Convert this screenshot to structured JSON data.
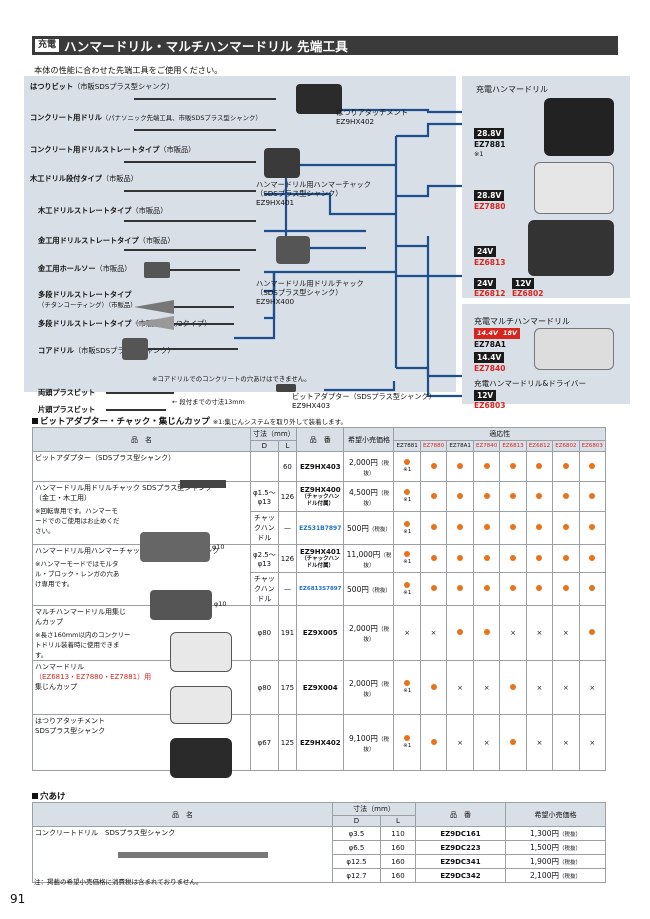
{
  "header": {
    "badge": "充電",
    "title": "ハンマードリル・マルチハンマードリル 先端工具"
  },
  "lead": "本体の性能に合わせた先端工具をご使用ください。",
  "tools": [
    {
      "name": "はつりビット",
      "spec": "（市販SDSプラス型シャンク）"
    },
    {
      "name": "コンクリート用ドリル",
      "spec": "（パナソニック先端工具、市販SDSプラス型シャンク）"
    },
    {
      "name": "コンクリート用ドリルストレートタイプ",
      "spec": "（市販品）"
    },
    {
      "name": "木工ドリル段付タイプ",
      "spec": "（市販品）"
    },
    {
      "name": "木工ドリルストレートタイプ",
      "spec": "（市販品）"
    },
    {
      "name": "金工用ドリルストレートタイプ",
      "spec": "（市販品）"
    },
    {
      "name": "金工用ホールソー",
      "spec": "（市販品）"
    },
    {
      "name": "多段ドリルストレートタイプ",
      "spec": "（チタンコーティング）（市販品）"
    },
    {
      "name": "多段ドリルストレートタイプ",
      "spec": "（市販品）（1/2タイプ）"
    },
    {
      "name": "コアドリル",
      "spec": "（市販SDSプラス型シャンク）"
    }
  ],
  "core_note": "※コアドリルでのコンクリートの穴あけはできません。",
  "bits": {
    "double": "両頭プラスビット",
    "single": "片頭プラスビット",
    "size_note": "← 段付までの寸法13mm"
  },
  "attachments": {
    "hatsuri": {
      "l1": "はつりアタッチメント",
      "l2": "EZ9HX402"
    },
    "hammer_chuck": {
      "l1": "ハンマードリル用ハンマーチャック",
      "l2": "（SDSプラス型シャンク）",
      "l3": "EZ9HX401"
    },
    "drill_chuck": {
      "l1": "ハンマードリル用ドリルチャック",
      "l2": "（SDSプラス型シャンク）",
      "l3": "EZ9HX400"
    },
    "bit_adapter": {
      "l1": "ビットアダプター（SDSプラス型シャンク）",
      "l2": "EZ9HX403"
    }
  },
  "machines": {
    "group1_title": "充電ハンマードリル",
    "m1_volt": "28.8V",
    "m1_model": "EZ7881",
    "m1_note": "※1",
    "m2_volt": "28.8V",
    "m2_model": "EZ7880",
    "m3_volt": "24V",
    "m3_model": "EZ6813",
    "m4_volt": "24V",
    "m4_model": "EZ6812",
    "m5_volt": "12V",
    "m5_model": "EZ6802",
    "group2_title": "充電マルチハンマードリル",
    "m6_badge1": "14.4V",
    "m6_badge2": "18V",
    "m6_model": "EZ78A1",
    "m7_volt": "14.4V",
    "m7_model": "EZ7840",
    "group3_title": "充電ハンマードリル&ドライバー",
    "m8_volt": "12V",
    "m8_model": "EZ6803"
  },
  "sec1": {
    "title": "ビットアダプター・チャック・集じんカップ",
    "note": "※1:集じんシステムを取り外して装着します。"
  },
  "table1": {
    "h_name": "品　名",
    "h_dim": "寸法（mm）",
    "h_d": "D",
    "h_l": "L",
    "h_code": "品　番",
    "h_price": "希望小売価格",
    "h_compat": "適応性",
    "models": [
      "EZ7881",
      "EZ7880",
      "EZ78A1",
      "EZ7840",
      "EZ6813",
      "EZ6812",
      "EZ6802",
      "EZ6803"
    ],
    "tax": "（税抜）",
    "rows": [
      {
        "name": "ビットアダプター（SDSプラス型シャンク）",
        "d": "",
        "l": "60",
        "code": "EZ9HX403",
        "price": "2,000円"
      },
      {
        "name": "ハンマードリル用ドリルチャック SDSプラス型シャンク",
        "sub": "（金工・木工用）",
        "note": "※回転専用です。ハンマーモードでのご使用はお止めください。",
        "d": "φ1.5〜φ13",
        "l": "126",
        "code": "EZ9HX400",
        "code_sub": "（チャックハンドル付属）",
        "price": "4,500円"
      },
      {
        "name": "チャックハンドル",
        "d": "—",
        "l": "",
        "code": "EZ531B7897",
        "price": "500円"
      },
      {
        "name": "ハンマードリル用ハンマーチャック SDSプラス型シャンク",
        "note": "※ハンマーモードではモルタル・ブロック・レンガの穴あけ専用です。",
        "d": "φ2.5〜φ13",
        "l": "126",
        "code": "EZ9HX401",
        "code_sub": "（チャックハンドル付属）",
        "price": "11,000円"
      },
      {
        "name": "チャックハンドル",
        "d": "—",
        "l": "",
        "code": "EZ6813S7897",
        "price": "500円"
      },
      {
        "name": "マルチハンマードリル用集じんカップ",
        "note": "※長さ160mm以内のコンクリートドリル装着時に使用できます。",
        "d": "φ80",
        "l": "191",
        "code": "EZ9X005",
        "price": "2,000円"
      },
      {
        "name": "ハンマードリル",
        "name2": "（EZ6813・EZ7880・EZ7881）用",
        "name3": "集じんカップ",
        "d": "φ80",
        "l": "175",
        "code": "EZ9X004",
        "price": "2,000円"
      },
      {
        "name": "はつりアタッチメント",
        "name2": "SDSプラス型シャンク",
        "d": "φ67",
        "l": "125",
        "code": "EZ9HX402",
        "price": "9,100円"
      }
    ],
    "dim_d": "D",
    "dim_l": "L",
    "phi10": "φ10",
    "ast": "※1",
    "cross": "×"
  },
  "sec2": {
    "title": "穴あけ"
  },
  "table2": {
    "h_name": "品　名",
    "h_dim": "寸法（mm）",
    "h_d": "D",
    "h_l": "L",
    "h_code": "品　番",
    "h_price": "希望小売価格",
    "product": "コンクリートドリル　SDSプラス型シャンク",
    "rows": [
      {
        "d": "φ3.5",
        "l": "110",
        "code": "EZ9DC161",
        "price": "1,300円"
      },
      {
        "d": "φ6.5",
        "l": "160",
        "code": "EZ9DC223",
        "price": "1,500円"
      },
      {
        "d": "φ12.5",
        "l": "160",
        "code": "EZ9DC341",
        "price": "1,900円"
      },
      {
        "d": "φ12.7",
        "l": "160",
        "code": "EZ9DC342",
        "price": "2,100円"
      }
    ],
    "tax": "（税抜）"
  },
  "footnote": "注：掲載の希望小売価格に消費税は含まれておりません。",
  "page_number": "91",
  "colors": {
    "accent_red": "#d6261f",
    "accent_blue": "#1f6ec2",
    "dot_orange": "#e8731a",
    "line_blue": "#1d4f8f",
    "panel": "#d9dfe6"
  }
}
